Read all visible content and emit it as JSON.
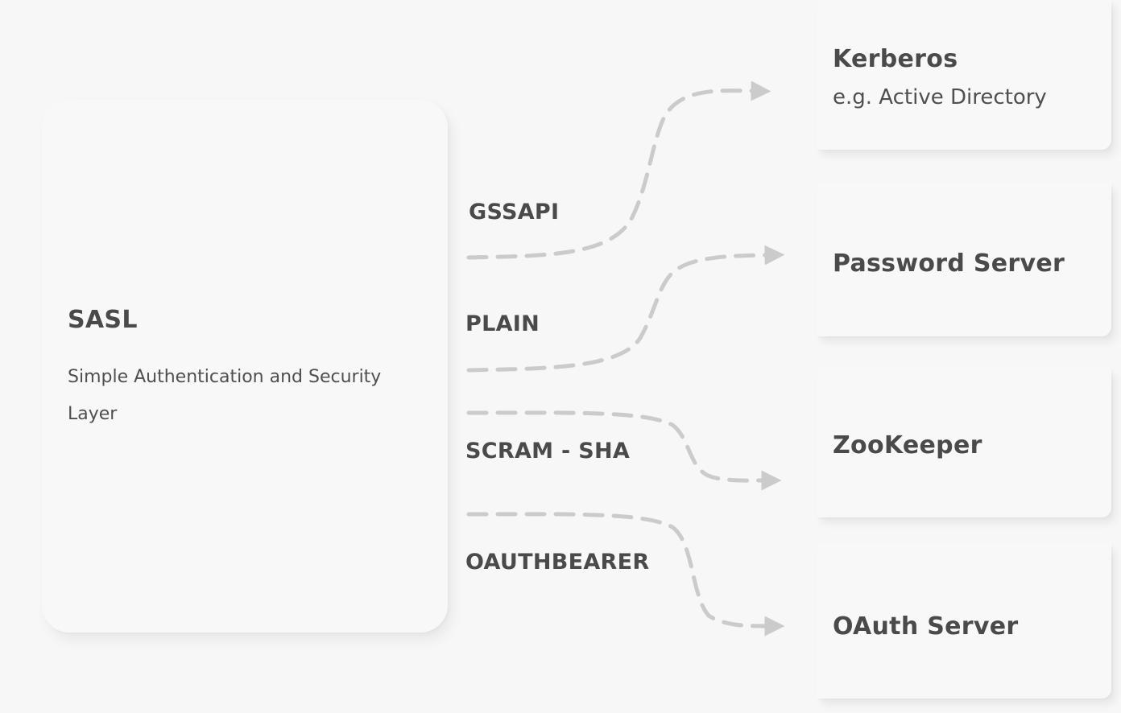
{
  "sasl": {
    "title": "SASL",
    "description": "Simple Authentication and Security Layer"
  },
  "mechanisms": [
    {
      "label": "GSSAPI"
    },
    {
      "label": "PLAIN"
    },
    {
      "label": "SCRAM - SHA"
    },
    {
      "label": "OAUTHBEARER"
    }
  ],
  "servers": [
    {
      "name": "Kerberos",
      "subtitle": "e.g. Active Directory"
    },
    {
      "name": "Password Server"
    },
    {
      "name": "ZooKeeper"
    },
    {
      "name": "OAuth Server"
    }
  ],
  "colors": {
    "background": "#f7f7f7",
    "card": "#f8f8f8",
    "text": "#4a4a4a",
    "connector": "#cbcbcb"
  }
}
